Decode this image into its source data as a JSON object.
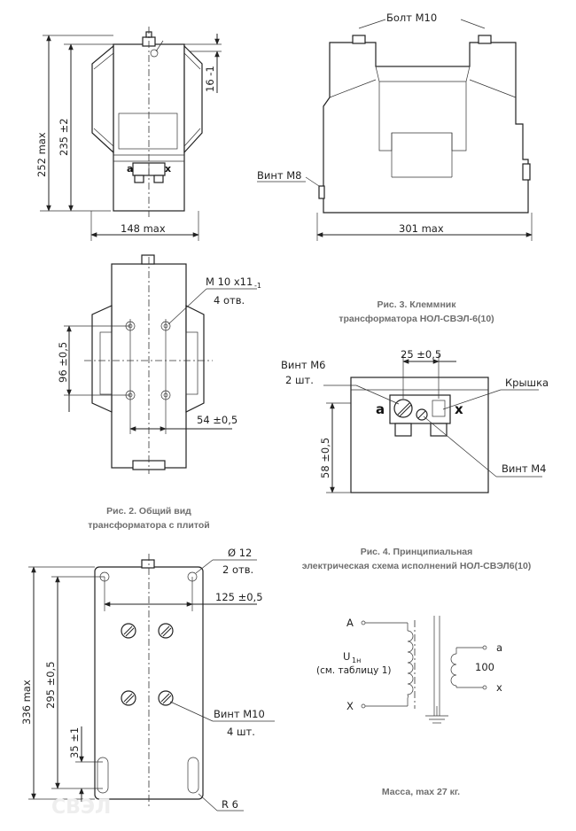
{
  "figure1": {
    "dim_252": "252 max",
    "dim_235": "235 ±2",
    "dim_148": "148 max",
    "dim_16": "16 -1",
    "label_a": "a",
    "label_x": "x"
  },
  "side_view": {
    "bolt": "Болт М10",
    "screw": "Винт М8",
    "dim_301": "301 max"
  },
  "figure2": {
    "thread": "М 10 х11",
    "thread_tol": "-1",
    "holes": "4 отв.",
    "dim_96": "96 ±0,5",
    "dim_54": "54 ±0,5",
    "caption_line1": "Рис. 2. Общий вид",
    "caption_line2": "трансформатора с плитой"
  },
  "figure3": {
    "caption_line1": "Рис. 3. Клеммник",
    "caption_line2": "трансформатора НОЛ-СВЭЛ-6(10)",
    "screw_m6": "Винт М6",
    "screw_m6_qty": "2 шт.",
    "dim_25": "25 ±0,5",
    "lid": "Крышка",
    "label_a": "a",
    "label_x": "x",
    "dim_58": "58 ±0,5",
    "screw_m4": "Винт М4"
  },
  "figure_plate": {
    "dia": "Ø 12",
    "holes": "2 отв.",
    "dim_125": "125 ±0,5",
    "dim_336": "336 max",
    "dim_295": "295 ±0,5",
    "dim_35": "35 ±1",
    "screw": "Винт М10",
    "screw_qty": "4 шт.",
    "radius": "R 6",
    "watermark": "СВЭЛ"
  },
  "figure4": {
    "caption_line1": "Рис. 4. Принципиальная",
    "caption_line2": "электрическая схема исполнений НОЛ-СВЭЛ6(10)",
    "term_A": "А",
    "term_X": "Х",
    "term_a": "a",
    "term_x": "x",
    "u_label": "U",
    "u_sub": "1н",
    "u_note": "(см. таблицу 1)",
    "ratio": "100",
    "mass": "Масса, max 27 кг."
  }
}
